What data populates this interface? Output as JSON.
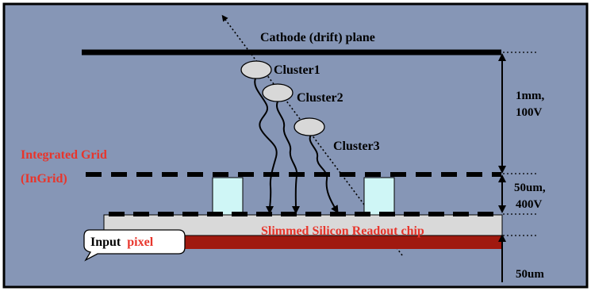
{
  "colors": {
    "background": "#8696b6",
    "frame": "#000000",
    "chip": "#d9d9d9",
    "input_pixel_layer": "#a0190f",
    "pillar": "#cff6f6",
    "cluster_fill": "#d8d8d8",
    "highlight_text": "#e8352b"
  },
  "labels": {
    "cathode": "Cathode (drift) plane",
    "cluster1": "Cluster1",
    "cluster2": "Cluster2",
    "cluster3": "Cluster3",
    "ingrid_line1": "Integrated Grid",
    "ingrid_line2": "(InGrid)",
    "chip": "Slimmed Silicon Readout chip",
    "input_word": "Input",
    "pixel_word": "pixel",
    "drift_gap_line1": "1mm,",
    "drift_gap_line2": "100V",
    "amp_gap_line1": "50um,",
    "amp_gap_line2": "400V",
    "chip_thickness": "50um"
  },
  "icons": [
    "track-arrow-icon",
    "dimension-arrow-icon"
  ]
}
